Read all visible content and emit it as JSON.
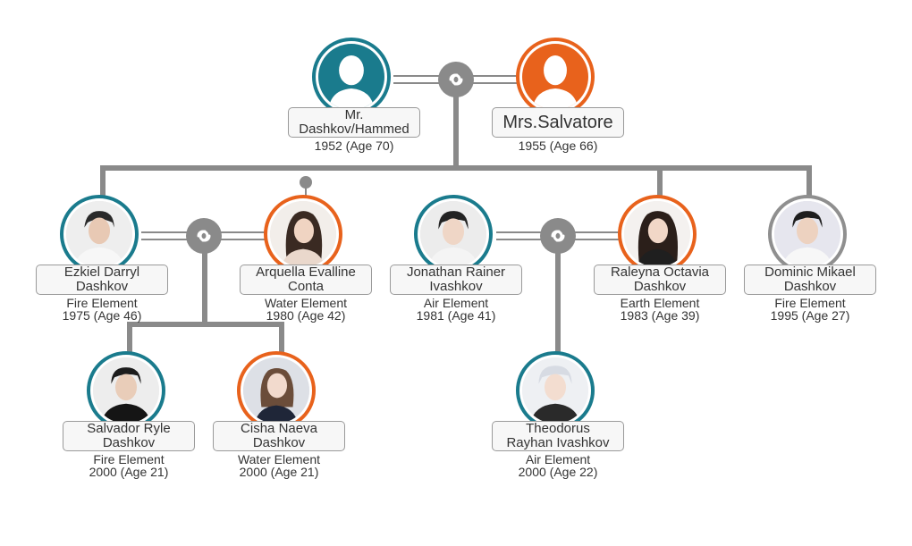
{
  "colors": {
    "line": "#8a8a8a",
    "male": "#1a7b8d",
    "female": "#e8621c",
    "neutral": "#8f8f8f"
  },
  "parents": {
    "father": {
      "name_line1": "Mr.",
      "name_line2": "Dashkov/Hammed",
      "born": "1952 (Age 70)",
      "ring": "male",
      "photo": "silhouette-male-icon"
    },
    "mother": {
      "name_line1": "Mrs.Salvatore",
      "born": "1955 (Age 66)",
      "ring": "female",
      "photo": "silhouette-female-icon"
    }
  },
  "children": [
    {
      "name_line1": "Ezkiel Darryl",
      "name_line2": "Dashkov",
      "element": "Fire Element",
      "born": "1975 (Age 46)",
      "ring": "male"
    },
    {
      "name_line1": "Arquella Evalline",
      "name_line2": "Conta",
      "element": "Water Element",
      "born": "1980 (Age 42)",
      "ring": "female"
    },
    {
      "name_line1": "Jonathan Rainer",
      "name_line2": "Ivashkov",
      "element": "Air Element",
      "born": "1981 (Age 41)",
      "ring": "male"
    },
    {
      "name_line1": "Raleyna Octavia",
      "name_line2": "Dashkov",
      "element": "Earth Element",
      "born": "1983 (Age 39)",
      "ring": "female"
    },
    {
      "name_line1": "Dominic Mikael",
      "name_line2": "Dashkov",
      "element": "Fire Element",
      "born": "1995 (Age 27)",
      "ring": "neutral"
    }
  ],
  "grandchildren": [
    {
      "name_line1": "Salvador Ryle",
      "name_line2": "Dashkov",
      "element": "Fire Element",
      "born": "2000 (Age 21)",
      "ring": "male"
    },
    {
      "name_line1": "Cisha Naeva",
      "name_line2": "Dashkov",
      "element": "Water Element",
      "born": "2000 (Age 21)",
      "ring": "female"
    },
    {
      "name_line1": "Theodorus",
      "name_line2": "Rayhan Ivashkov",
      "element": "Air Element",
      "born": "2000 (Age 22)",
      "ring": "male"
    }
  ]
}
